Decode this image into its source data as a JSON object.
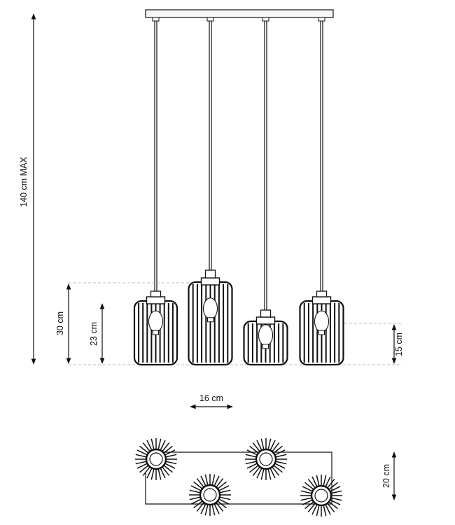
{
  "colors": {
    "stroke": "#111111",
    "dashed": "#bbbbbb",
    "light_fill": "#f7f7f7"
  },
  "dimensions": {
    "height_max": "140 cm MAX",
    "shade_tall": "30 cm",
    "shade_medium": "23 cm",
    "shade_short": "15 cm",
    "shade_width": "16 cm",
    "canopy_depth": "20 cm"
  },
  "icons": {
    "lamp": "pendant-lamp-icon",
    "shade_top_view": "shade-top-view-icon"
  }
}
